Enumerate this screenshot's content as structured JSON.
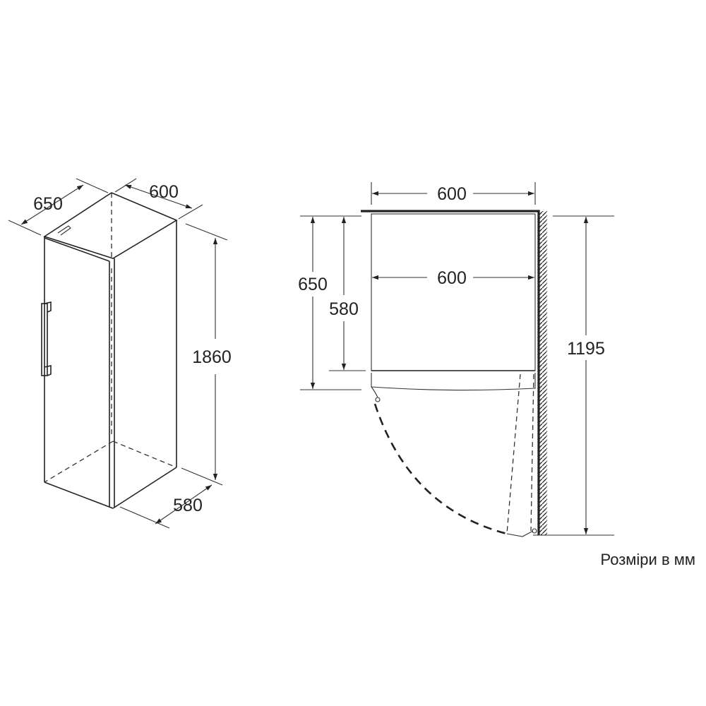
{
  "perspective_view": {
    "depth_label": "650",
    "width_label": "600",
    "height_label": "1860",
    "depth_without_door_label": "580"
  },
  "top_view": {
    "overall_width_label": "600",
    "inner_width_label": "600",
    "depth_with_door_label": "650",
    "depth_without_door_label": "580",
    "door_open_clearance_label": "1195"
  },
  "caption": "Розміри в мм"
}
